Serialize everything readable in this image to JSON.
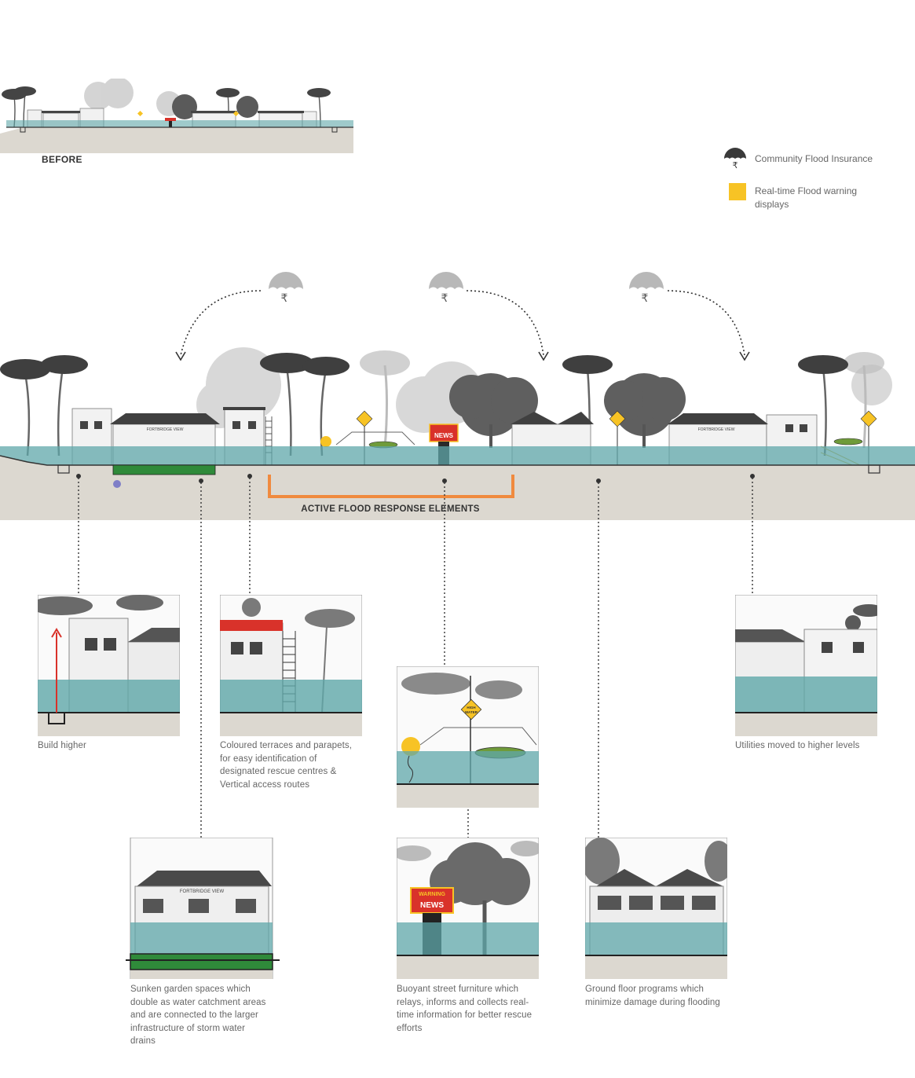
{
  "before": {
    "label": "BEFORE"
  },
  "legend": {
    "insurance": "Community Flood Insurance",
    "warning": "Real-time Flood warning displays",
    "colors": {
      "warning_swatch": "#f7c325",
      "umbrella": "#3a3a3a"
    }
  },
  "section": {
    "bracket_label": "ACTIVE FLOOD RESPONSE ELEMENTS",
    "sign_high_water": [
      "HIGH",
      "WATER"
    ],
    "sign_news": "NEWS",
    "sign_warning": "WARNING",
    "storefront": "FORTBRIDGE VIEW",
    "currency_symbol": "₹"
  },
  "colors": {
    "water": "#5fa7a9",
    "ground": "#dcd8d0",
    "green_garden": "#2f8a3a",
    "orange_bracket": "#f08a3e",
    "red_marker": "#d9322a",
    "yellow": "#f7c325"
  },
  "captions": {
    "build_higher": "Build higher",
    "terraces": "Coloured terraces and parapets, for easy identification of designated rescue centres & Vertical access routes",
    "buoyant_top": "",
    "utilities": "Utilities moved to higher levels",
    "sunken": "Sunken garden spaces which double as water catchment areas and are connected to the larger infrastructure of storm water drains",
    "buoyant": "Buoyant street furniture which relays, informs and collects real-time information for better rescue efforts",
    "ground_floor": "Ground floor programs which minimize damage during flooding"
  }
}
